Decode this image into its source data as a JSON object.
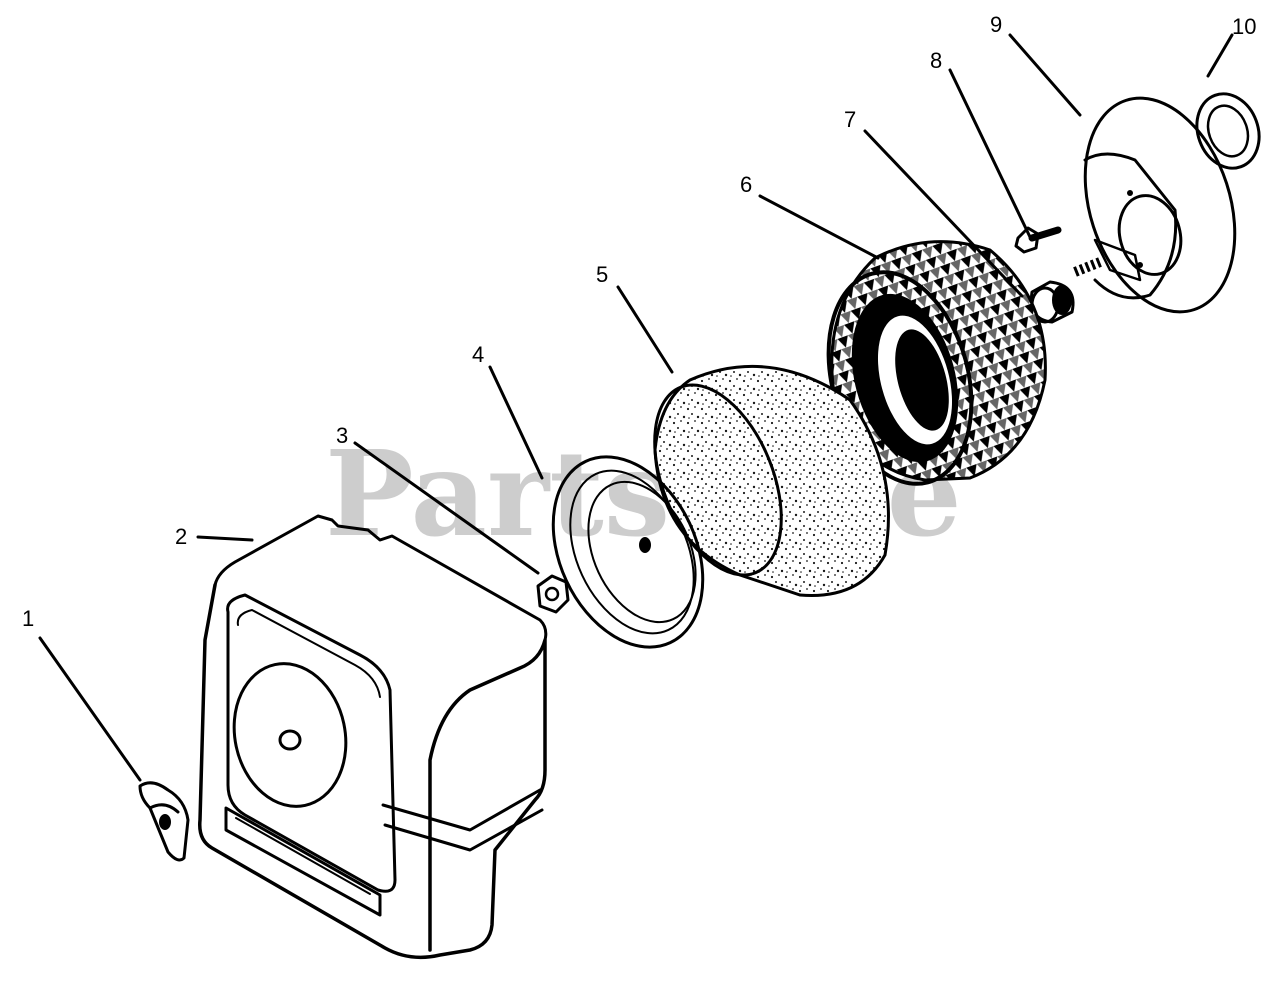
{
  "watermark": "PartsTree",
  "callouts": {
    "c1": "1",
    "c2": "2",
    "c3": "3",
    "c4": "4",
    "c5": "5",
    "c6": "6",
    "c7": "7",
    "c8": "8",
    "c9": "9",
    "c10": "10"
  },
  "parts": [
    {
      "ref": "1",
      "icon": "wing-nut-icon"
    },
    {
      "ref": "2",
      "icon": "air-cleaner-cover-icon"
    },
    {
      "ref": "3",
      "icon": "hex-nut-icon"
    },
    {
      "ref": "4",
      "icon": "cover-plate-icon"
    },
    {
      "ref": "5",
      "icon": "foam-precleaner-icon"
    },
    {
      "ref": "6",
      "icon": "paper-filter-element-icon"
    },
    {
      "ref": "7",
      "icon": "spacer-icon"
    },
    {
      "ref": "8",
      "icon": "screw-icon"
    },
    {
      "ref": "9",
      "icon": "base-plate-icon"
    },
    {
      "ref": "10",
      "icon": "gasket-icon"
    }
  ]
}
